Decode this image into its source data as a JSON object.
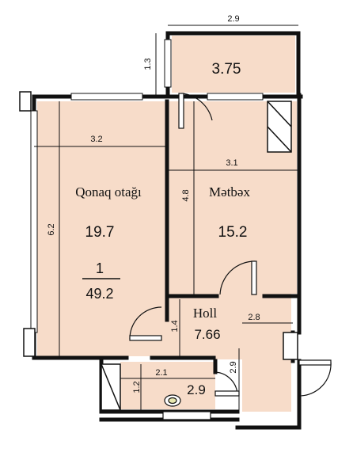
{
  "colors": {
    "floor": "#f7dcc9",
    "wall": "#111111",
    "window": "#ffffff",
    "dimension": "#111111"
  },
  "rooms": {
    "balcony_area": "3.75",
    "living_name": "Qonaq otağı",
    "living_area": "19.7",
    "kitchen_name": "Mətbəx",
    "kitchen_area": "15.2",
    "hall_name": "Holl",
    "hall_area": "7.66",
    "bath_area": "2.9"
  },
  "unit": {
    "rooms_count": "1",
    "total_area": "49.2"
  },
  "dimensions": {
    "balcony_width": "2.9",
    "balcony_depth": "1.3",
    "living_width": "3.2",
    "kitchen_width": "3.1",
    "kitchen_depth": "4.8",
    "living_depth": "6.2",
    "hall_width": "2.8",
    "hall_depth": "1.4",
    "bath_width": "2.1",
    "bath_depth": "1.2",
    "bath_side": "2.9"
  },
  "icons": [
    "door-swing-icon",
    "sink-icon",
    "toilet-icon",
    "ventilation-shaft-icon"
  ]
}
